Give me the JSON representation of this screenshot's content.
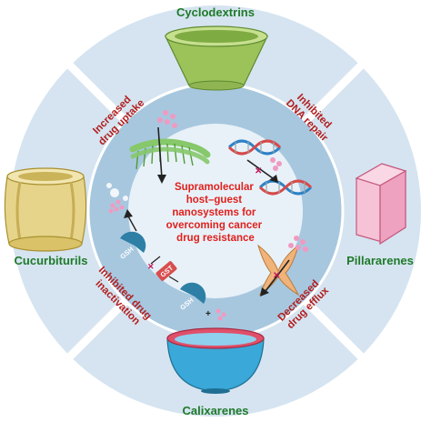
{
  "hosts": {
    "top": "Cyclodextrins",
    "left": "Cucurbiturils",
    "right": "Pillararenes",
    "bottom": "Calixarenes"
  },
  "center": {
    "lines": [
      "Supramolecular",
      "host–guest",
      "nanosystems for",
      "overcoming cancer",
      "drug resistance"
    ]
  },
  "mechanisms": {
    "uptake": [
      "Increased",
      "drug uptake"
    ],
    "dna": [
      "Inhibited",
      "DNA repair"
    ],
    "efflux": [
      "Decreased",
      "drug efflux"
    ],
    "inactivation": [
      "Inhibited drug",
      "inactivation"
    ]
  },
  "enzymes": {
    "gsh": "GSH",
    "gst": "GST"
  },
  "colors": {
    "outer_ring": "#d5e4f0",
    "inner_disc": "#a7c7df",
    "center_disc": "#e8f1f8",
    "divider": "#ffffff",
    "host_label": "#1f7a2a",
    "mechanism_label": "#b21e1e",
    "center_title": "#e0201c",
    "cyclodextrin": "#9cc25a",
    "cucurbituril": "#d9c268",
    "pillararene": "#f2a9c4",
    "calixarene": "#3aa8d8",
    "calixarene_rim": "#e0506a",
    "drug_dots": "#f19ac1",
    "membrane": "#86c86a",
    "gsh_chip": "#2e7fa6",
    "gst_chip": "#d84d4d",
    "pump": "#f0b37a"
  }
}
